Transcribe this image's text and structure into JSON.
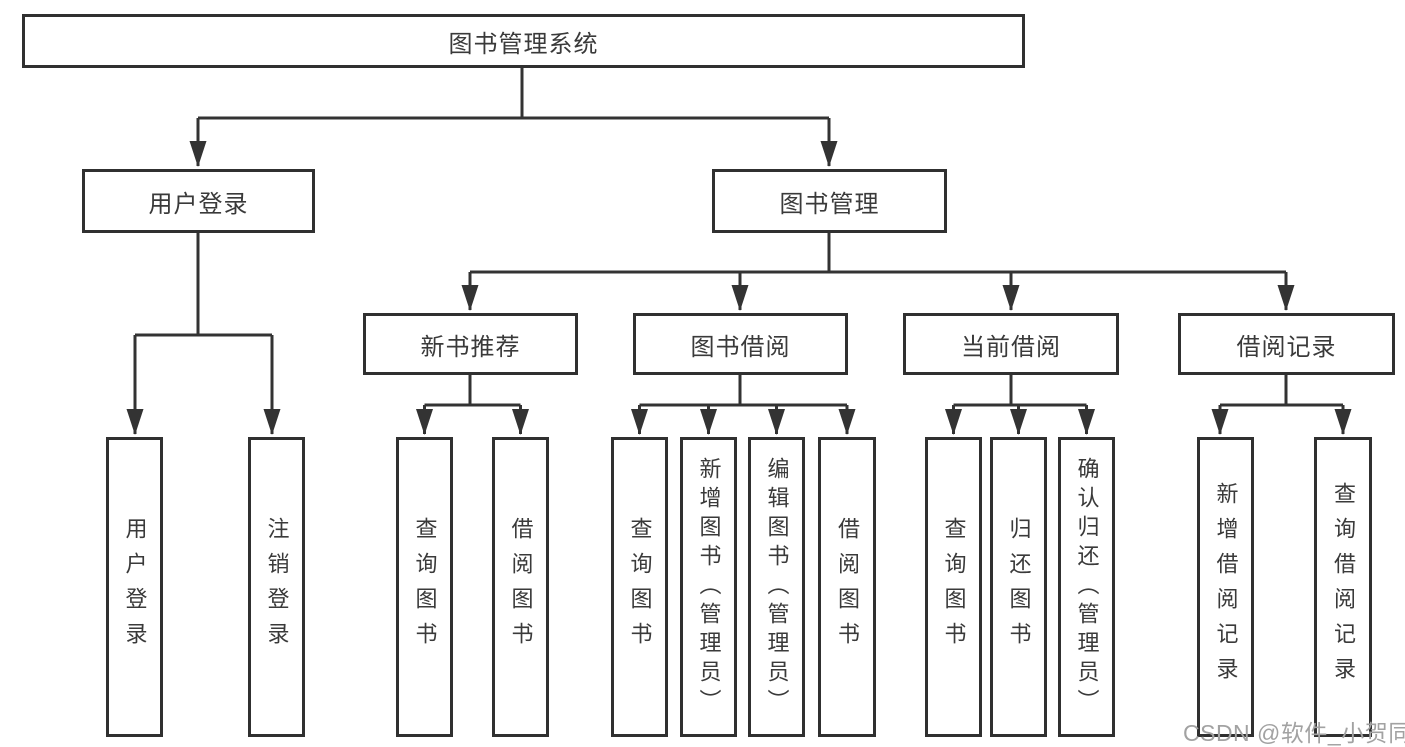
{
  "tree": {
    "root": "图书管理系统",
    "branches": [
      {
        "label": "用户登录",
        "children": [
          "用户登录",
          "注销登录"
        ]
      },
      {
        "label": "图书管理",
        "children": [
          {
            "label": "新书推荐",
            "children": [
              "查询图书",
              "借阅图书"
            ]
          },
          {
            "label": "图书借阅",
            "children": [
              "查询图书",
              "新增图书（管理员）",
              "编辑图书（管理员）",
              "借阅图书"
            ]
          },
          {
            "label": "当前借阅",
            "children": [
              "查询图书",
              "归还图书",
              "确认归还（管理员）"
            ]
          },
          {
            "label": "借阅记录",
            "children": [
              "新增借阅记录",
              "查询借阅记录"
            ]
          }
        ]
      }
    ]
  },
  "watermark": {
    "text": "CSDN @软件_小贺同学"
  },
  "colors": {
    "line": "#333333",
    "box_border": "#303030",
    "text": "#3a3a3a",
    "watermark": "#a2a2a2",
    "background": "#ffffff"
  }
}
